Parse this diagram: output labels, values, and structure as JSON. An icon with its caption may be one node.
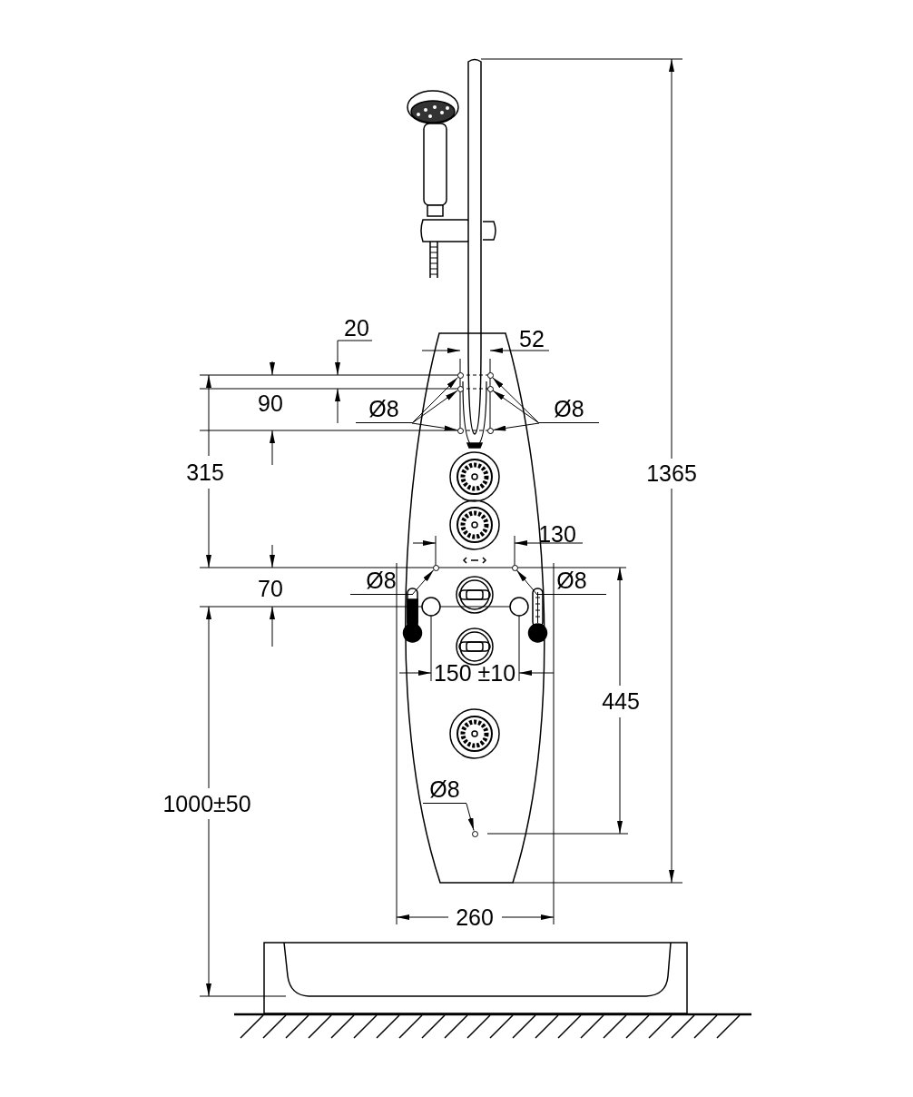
{
  "diagram": {
    "nodes": [
      {
        "text": [
          "Ø8"
        ]
      },
      {
        "text": [
          "Ø8"
        ]
      },
      {
        "text": [
          "Ø8"
        ]
      },
      {
        "text": [
          "Ø8"
        ]
      },
      {
        "text": [
          "Ø8"
        ]
      },
      {
        "text": [],
        "shape": "circle"
      },
      {
        "text": [],
        "shape": "circle"
      },
      {
        "text": [],
        "shape": "circle"
      },
      {
        "text": [],
        "shape": "circle"
      },
      {
        "text": [],
        "shape": "circle"
      },
      {
        "text": [],
        "shape": "circle"
      },
      {
        "text": [],
        "shape": "circle"
      },
      {
        "text": [],
        "shape": "circle"
      },
      {
        "text": [],
        "shape": "circle"
      }
    ],
    "edges": [
      {
        "from": 0,
        "to": 5,
        "arrow": "to"
      },
      {
        "from": 0,
        "to": 7,
        "arrow": "to"
      },
      {
        "from": 0,
        "to": 9,
        "arrow": "to"
      },
      {
        "from": 1,
        "to": 6,
        "arrow": "to"
      },
      {
        "from": 1,
        "to": 8,
        "arrow": "to"
      },
      {
        "from": 1,
        "to": 10,
        "arrow": "to"
      },
      {
        "from": 2,
        "to": 11,
        "arrow": "to"
      },
      {
        "from": 3,
        "to": 12,
        "arrow": "to"
      },
      {
        "from": 4,
        "to": 13,
        "arrow": "to"
      }
    ],
    "labels": [
      "20",
      "52",
      "90",
      "315",
      "1365",
      "130",
      "70",
      "150 ±10",
      "445",
      "1000±50",
      "260"
    ]
  }
}
